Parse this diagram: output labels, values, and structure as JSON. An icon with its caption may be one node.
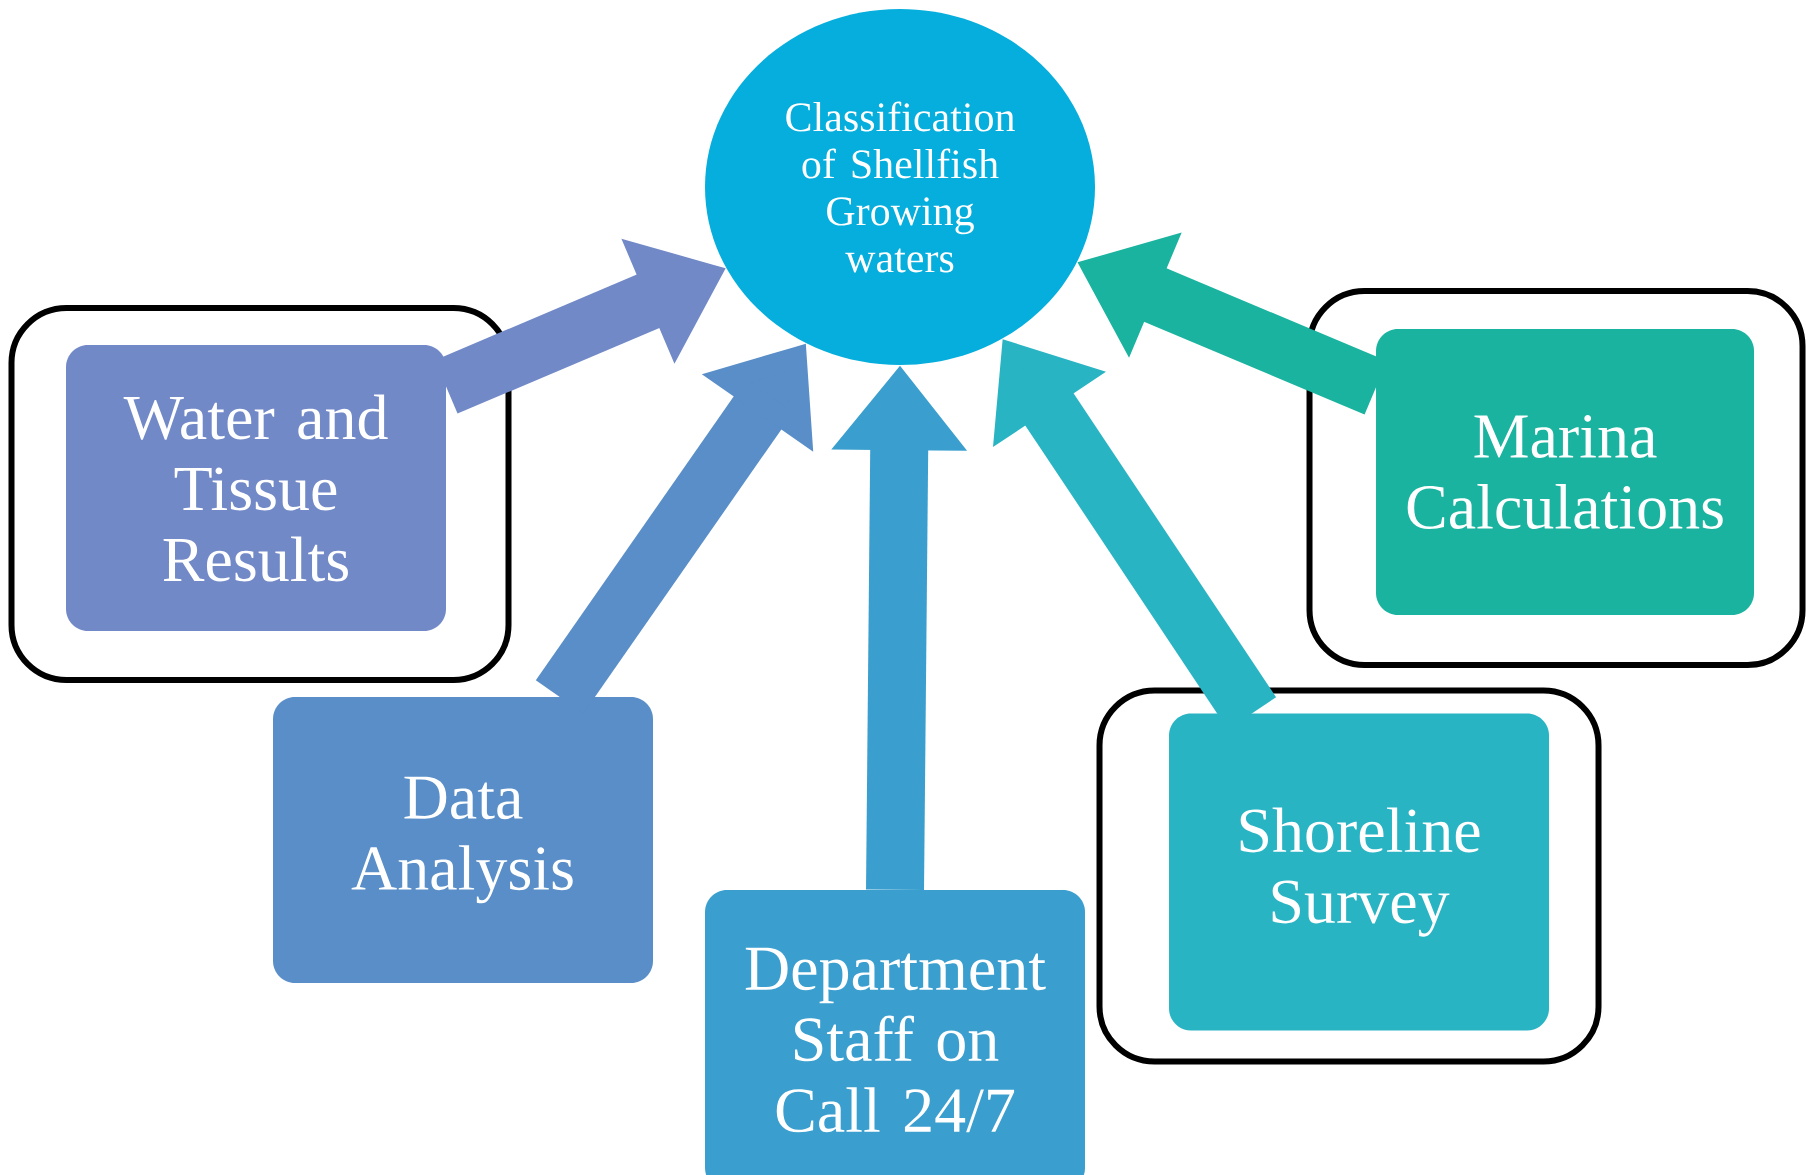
{
  "diagram": {
    "nodes": [
      {
        "text": [
          "Classification of Shellfish Growing waters"
        ]
      },
      {
        "text": [],
        "shape": "box"
      },
      {
        "text": [
          "Water and Tissue Results"
        ],
        "in": 1
      },
      {
        "text": [],
        "shape": "box"
      },
      {
        "text": [
          "Marina Calculations"
        ],
        "in": 3
      },
      {
        "text": [
          "Data Analysis"
        ]
      },
      {
        "text": [],
        "shape": "box"
      },
      {
        "text": [
          "Shoreline Survey"
        ],
        "in": 6
      },
      {
        "text": [
          "Department Staff on Call 24/7"
        ]
      }
    ],
    "edges": [
      {
        "from": 2,
        "to": 0,
        "arrow": "to",
        "color": "#7289c8"
      },
      {
        "from": 5,
        "to": 0,
        "arrow": "to",
        "color": "#598ec8"
      },
      {
        "from": 8,
        "to": 0,
        "arrow": "to",
        "color": "#3a9fcf"
      },
      {
        "from": 7,
        "to": 0,
        "arrow": "to",
        "color": "#29b4c4"
      },
      {
        "from": 4,
        "to": 0,
        "arrow": "to",
        "color": "#1ab39f"
      }
    ]
  }
}
